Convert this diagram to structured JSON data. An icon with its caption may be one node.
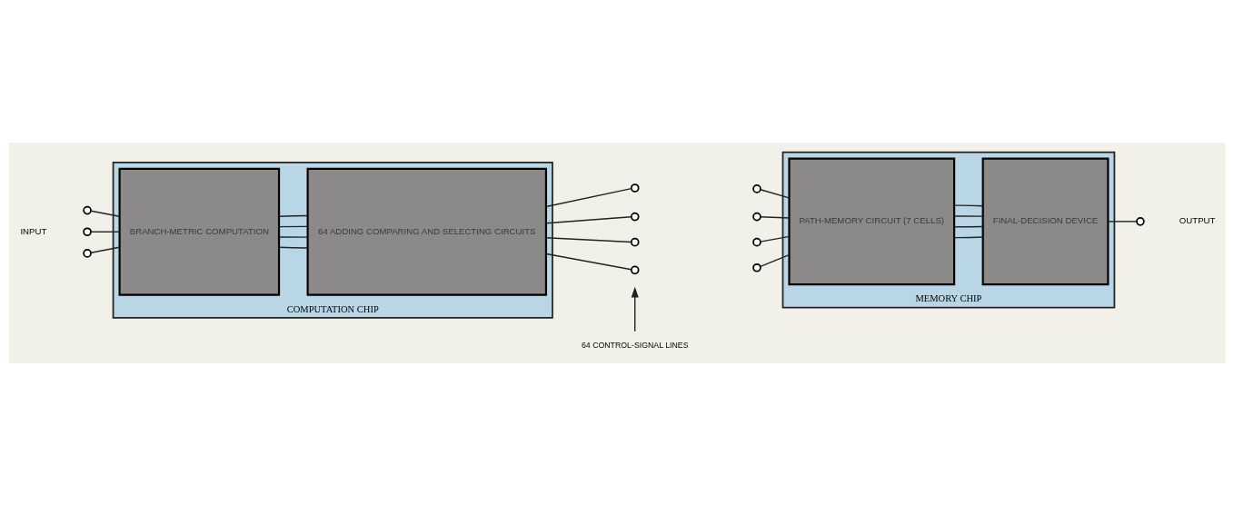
{
  "diagram": {
    "nodes": [
      {
        "text": [
          "COMPUTATION CHIP"
        ]
      },
      {
        "text": [
          "BRANCH-METRIC COMPUTATION"
        ],
        "in": 0
      },
      {
        "text": [
          "64 ADDING COMPARING AND SELECTING CIRCUITS"
        ],
        "in": 0
      },
      {
        "text": [
          "MEMORY CHIP"
        ]
      },
      {
        "text": [
          "PATH-MEMORY CIRCUIT (7 CELLS)"
        ],
        "in": 3
      },
      {
        "text": [
          "FINAL-DECISION DEVICE"
        ],
        "in": 3
      },
      {
        "text": [],
        "shape": "circle"
      },
      {
        "text": [],
        "shape": "circle"
      },
      {
        "text": [],
        "shape": "circle"
      },
      {
        "text": [],
        "shape": "circle"
      },
      {
        "text": [],
        "shape": "circle"
      },
      {
        "text": [],
        "shape": "circle"
      },
      {
        "text": [],
        "shape": "circle"
      },
      {
        "text": [],
        "shape": "circle"
      },
      {
        "text": [],
        "shape": "circle"
      },
      {
        "text": [],
        "shape": "circle"
      },
      {
        "text": [],
        "shape": "circle"
      },
      {
        "text": [],
        "shape": "circle",
        "beside": [
          "OUTPUT"
        ]
      },
      {
        "text": [
          "64 CONTROL-SIGNAL LINES"
        ]
      }
    ],
    "edges": [
      {
        "from": 6,
        "to": 1,
        "arrow": "none"
      },
      {
        "from": 7,
        "to": 1,
        "arrow": "none"
      },
      {
        "from": 8,
        "to": 1,
        "arrow": "none"
      },
      {
        "from": 1,
        "to": 2,
        "arrow": "none"
      },
      {
        "from": 1,
        "to": 2,
        "arrow": "none"
      },
      {
        "from": 1,
        "to": 2,
        "arrow": "none"
      },
      {
        "from": 1,
        "to": 2,
        "arrow": "none"
      },
      {
        "from": 2,
        "to": 9,
        "arrow": "none"
      },
      {
        "from": 2,
        "to": 10,
        "arrow": "none"
      },
      {
        "from": 2,
        "to": 11,
        "arrow": "none"
      },
      {
        "from": 2,
        "to": 12,
        "arrow": "none"
      },
      {
        "from": 13,
        "to": 4,
        "arrow": "none"
      },
      {
        "from": 14,
        "to": 4,
        "arrow": "none"
      },
      {
        "from": 15,
        "to": 4,
        "arrow": "none"
      },
      {
        "from": 16,
        "to": 4,
        "arrow": "none"
      },
      {
        "from": 4,
        "to": 5,
        "arrow": "none"
      },
      {
        "from": 4,
        "to": 5,
        "arrow": "none"
      },
      {
        "from": 4,
        "to": 5,
        "arrow": "none"
      },
      {
        "from": 4,
        "to": 5,
        "arrow": "none"
      },
      {
        "from": 5,
        "to": 17,
        "arrow": "none"
      },
      {
        "from": 18,
        "to": null,
        "arrow": "to"
      }
    ],
    "labels": [
      "INPUT"
    ]
  }
}
